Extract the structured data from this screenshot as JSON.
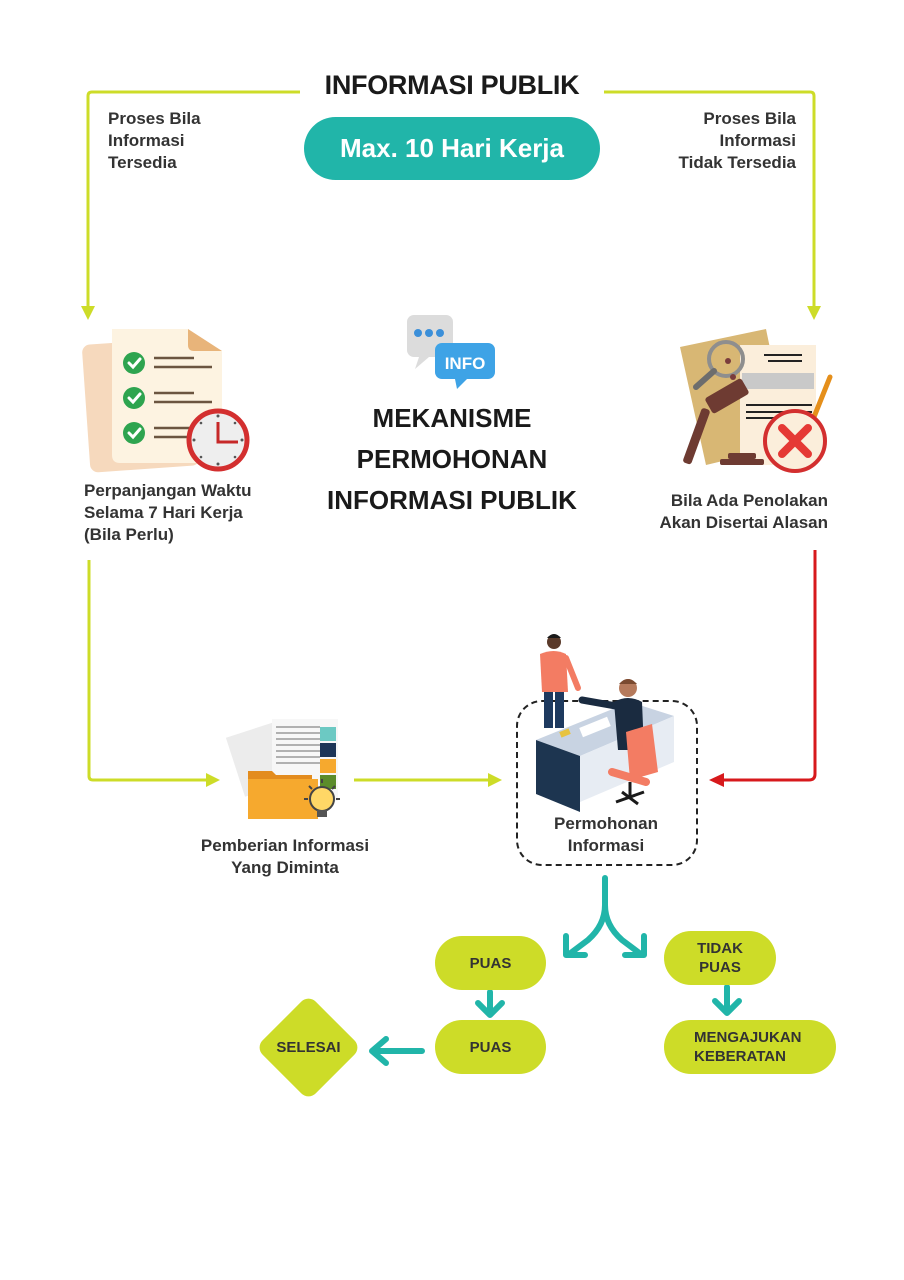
{
  "header": {
    "title": "INFORMASI PUBLIK",
    "deadline_badge": "Max. 10 Hari Kerja",
    "left_branch_label": [
      "Proses Bila",
      "Informasi",
      "Tersedia"
    ],
    "right_branch_label": [
      "Proses Bila",
      "Informasi",
      "Tidak Tersedia"
    ]
  },
  "center": {
    "icon": "info-chat-bubble-icon",
    "icon_text": "INFO",
    "title_lines": [
      "MEKANISME",
      "PERMOHONAN",
      "INFORMASI PUBLIK"
    ]
  },
  "nodes": {
    "extension": {
      "icon": "checklist-clock-icon",
      "caption_lines": [
        "Perpanjangan Waktu",
        "Selama 7 Hari Kerja",
        "(Bila Perlu)"
      ]
    },
    "rejection": {
      "icon": "gavel-rejected-document-icon",
      "caption_lines": [
        "Bila Ada Penolakan",
        "Akan Disertai Alasan"
      ]
    },
    "delivery": {
      "icon": "folder-documents-lightbulb-icon",
      "caption_lines": [
        "Pemberian Informasi",
        "Yang Diminta"
      ]
    },
    "request": {
      "icon": "service-desk-icon",
      "caption_lines": [
        "Permohonan",
        "Informasi"
      ]
    }
  },
  "outcomes": {
    "satisfied_1": "PUAS",
    "satisfied_2": "PUAS",
    "not_satisfied_lines": [
      "TIDAK",
      "PUAS"
    ],
    "objection_lines": [
      "MENGAJUKAN",
      "KEBERATAN"
    ],
    "done": "SELESAI"
  },
  "colors": {
    "lime": "#cddc28",
    "teal": "#21b5a9",
    "red": "#d7191c",
    "text": "#333333"
  }
}
